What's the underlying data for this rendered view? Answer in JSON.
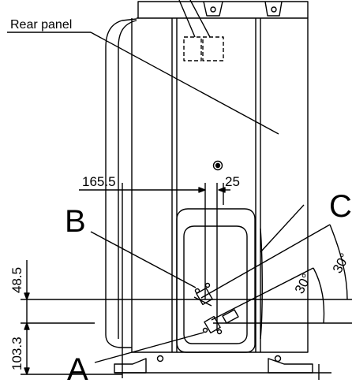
{
  "labels": {
    "rear_panel": "Rear panel",
    "port_a": "A",
    "port_b": "B",
    "port_c": "C"
  },
  "dimensions": {
    "left_offset": "165.5",
    "right_offset": "25",
    "upper_height": "48.5",
    "lower_height": "103.3",
    "angle_lower": "30°",
    "angle_upper": "30°"
  },
  "colors": {
    "line": "#000000",
    "background": "#ffffff"
  }
}
